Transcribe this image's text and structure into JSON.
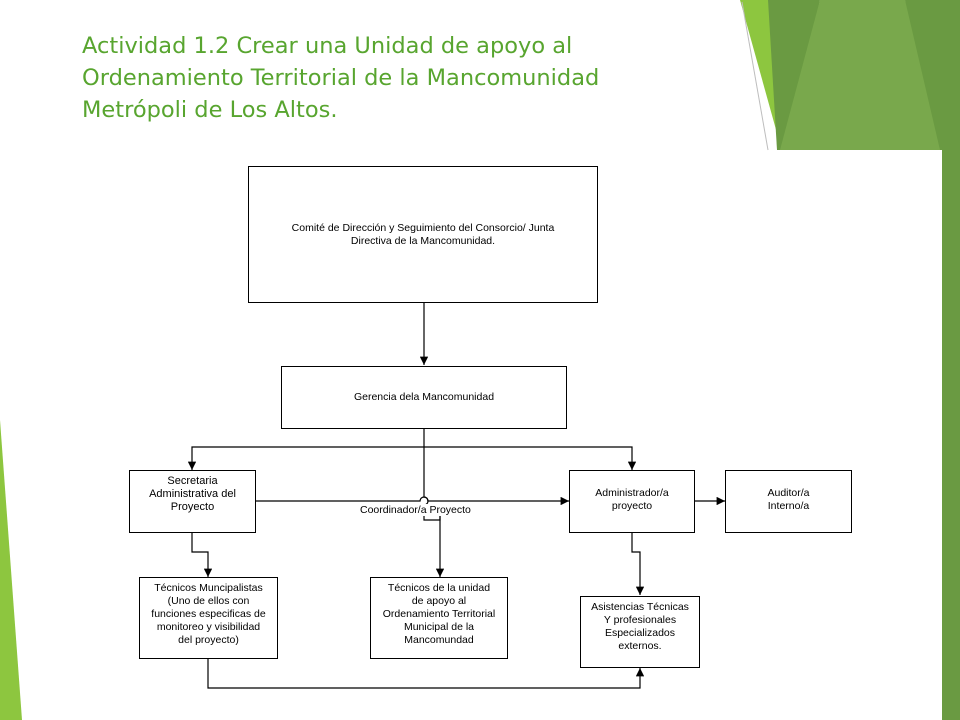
{
  "slide": {
    "title_lines": [
      "Actividad 1.2 Crear una Unidad de apoyo al",
      "Ordenamiento Territorial de la Mancomunidad",
      "Metrópoli de Los Altos."
    ],
    "accent_colors": [
      "#8dc63f",
      "#6a9a42",
      "#58a52f"
    ]
  },
  "org_chart": {
    "nodes": {
      "comite": [
        "Comité de Dirección y Seguimiento del Consorcio/ Junta",
        "Directiva de la Mancomunidad."
      ],
      "gerencia": [
        "Gerencia dela Mancomunidad"
      ],
      "secretaria": [
        "Secretaria",
        "Administrativa del",
        "Proyecto"
      ],
      "administrador": [
        "Administrador/a",
        "proyecto"
      ],
      "auditor": [
        "Auditor/a",
        "Interno/a"
      ],
      "tecnicos_municipalistas": [
        "Técnicos Muncipalistas",
        "(Uno de ellos con",
        "funciones especificas de",
        "monitoreo y visibilidad",
        "del proyecto)"
      ],
      "tecnicos_unidad": [
        "Técnicos de la unidad",
        "de apoyo al",
        "Ordenamiento Territorial",
        "Municipal de la",
        "Mancomundad"
      ],
      "asistencias": [
        "Asistencias Técnicas",
        "Y profesionales",
        "Especializados",
        "externos."
      ]
    },
    "connector_label": "Coordinador/a Proyecto"
  }
}
